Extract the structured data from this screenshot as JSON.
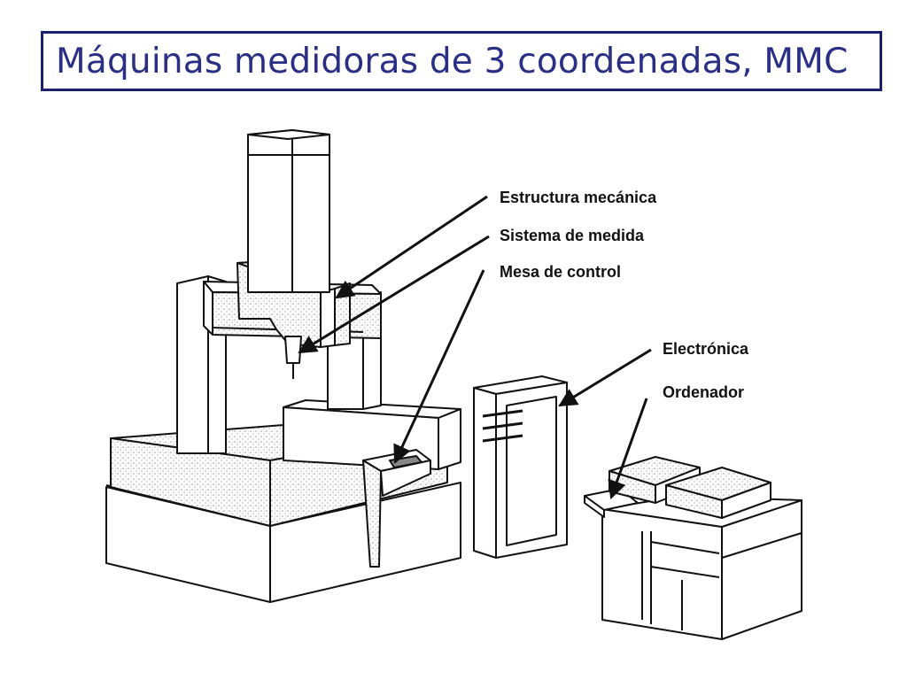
{
  "title": "Máquinas medidoras de 3 coordenadas, MMC",
  "labels": {
    "estructura": "Estructura mecánica",
    "sistema": "Sistema de medida",
    "mesa": "Mesa de control",
    "electronica": "Electrónica",
    "ordenador": "Ordenador"
  },
  "colors": {
    "title_text": "#2a2f86",
    "title_border": "#1a1f6e",
    "line": "#111111",
    "stipple": "#bdbdbd"
  }
}
